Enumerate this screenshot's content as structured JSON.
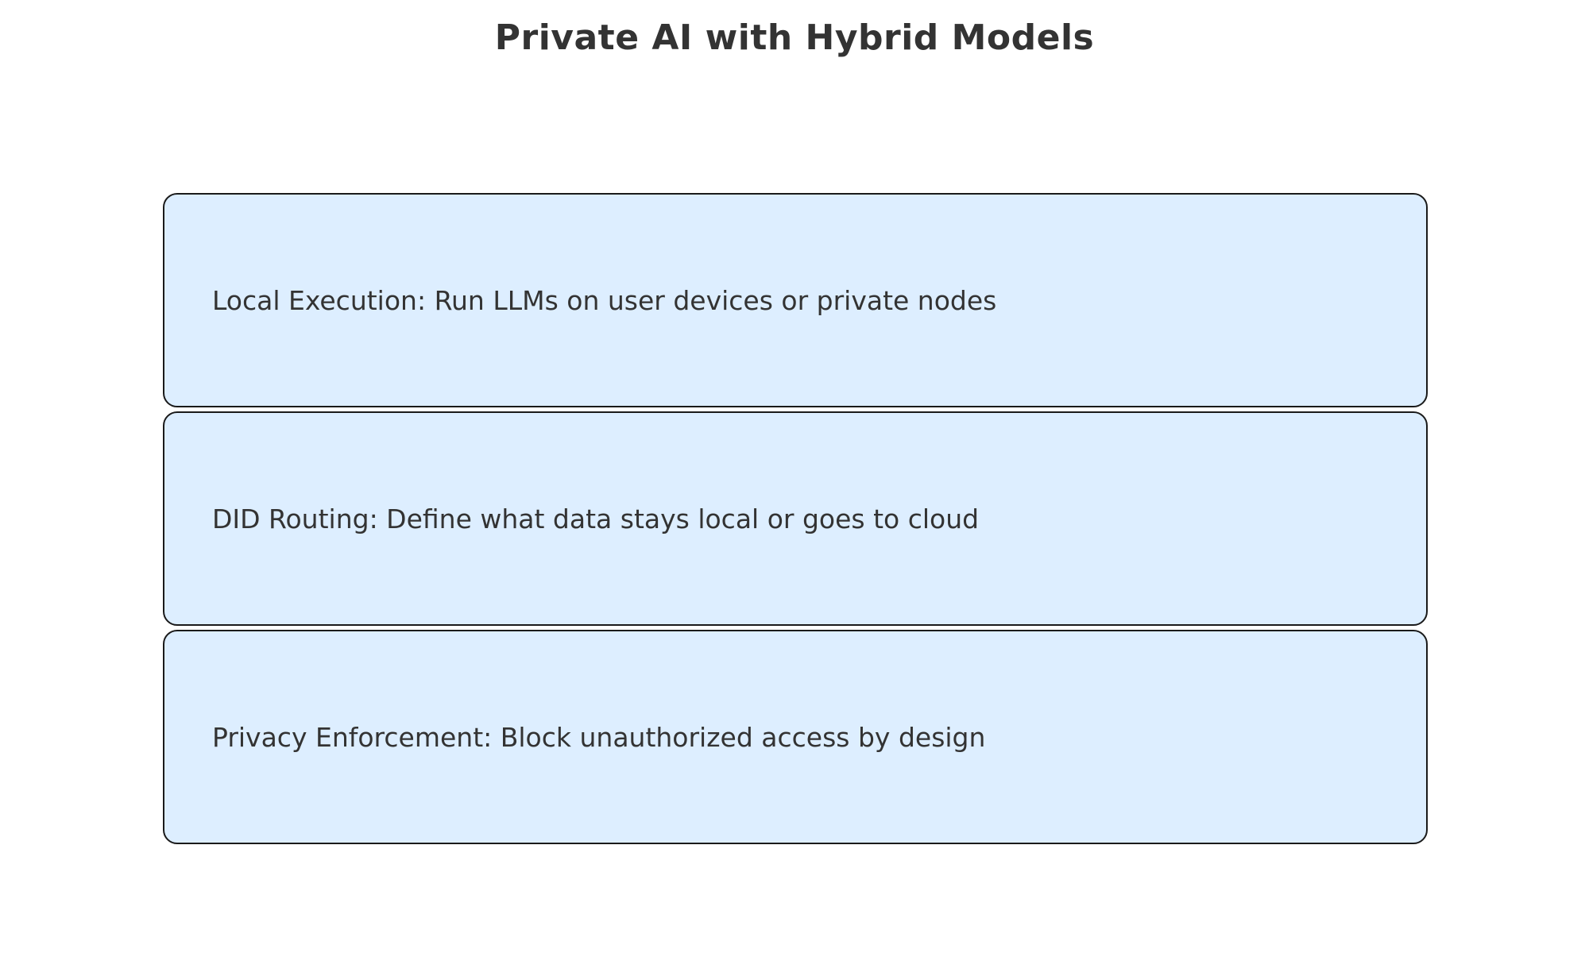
{
  "title": "Private AI with Hybrid Models",
  "colors": {
    "background": "#ffffff",
    "box_fill": "#ddeeff",
    "box_border": "#1a1a1a",
    "text": "#333333"
  },
  "boxes": [
    {
      "label": "Local Execution: Run LLMs on user devices or private nodes"
    },
    {
      "label": "DID Routing: Define what data stays local or goes to cloud"
    },
    {
      "label": "Privacy Enforcement: Block unauthorized access by design"
    }
  ]
}
